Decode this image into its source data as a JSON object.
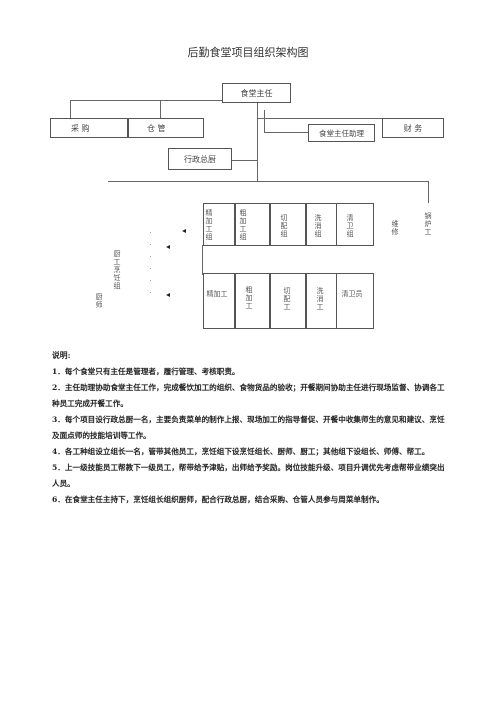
{
  "title": "后勤食堂项目组织架构图",
  "chart": {
    "director": "食堂主任",
    "purchasing": "采 购",
    "warehouse": "仓 管",
    "assistant": "食堂主任助理",
    "finance": "财 务",
    "admin_chef": "行政总厨",
    "group_heads": [
      "精加工组",
      "粗加工组",
      "切配组",
      "洗消组",
      "清卫组",
      "维修",
      "锅炉工"
    ],
    "workers": [
      "精加工",
      "粗加工",
      "切配工",
      "洗消工",
      "清卫员"
    ],
    "cooking_group": "厨工烹饪组",
    "chefs": "厨师"
  },
  "notes": {
    "heading": "说明:",
    "items": [
      "1．每个食堂只有主任是管理者，履行管理、考核职责。",
      "2．主任助理协助食堂主任工作，完成餐饮加工的组织、食物货品的验收；开餐期间协助主任进行现场监督、协调各工种员工完成开餐工作。",
      "3．每个项目设行政总厨一名，主要负责菜单的制作上报、现场加工的指导督促、开餐中收集师生的意见和建议、烹饪及面点师的技能培训等工作。",
      "4．各工种组设立组长一名，管带其他员工，烹饪组下设烹饪组长、厨师、厨工；其他组下设组长、师傅、帮工。",
      "5．上一级技能员工帮教下一级员工，帮带给予津贴，出师给予奖励。岗位技能升级、项目升调优先考虑帮带业绩突出人员。",
      "6．在食堂主任主持下，烹饪组长组织厨师，配合行政总厨，结合采购、仓管人员参与周菜单制作。"
    ]
  }
}
